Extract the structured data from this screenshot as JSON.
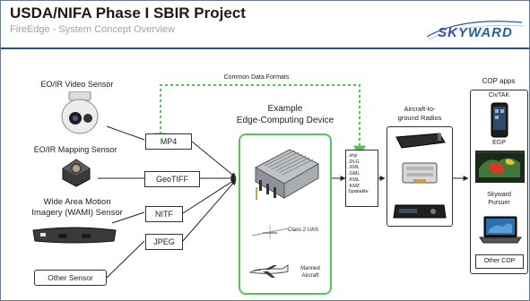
{
  "header": {
    "title": "USDA/NIFA Phase I SBIR Project",
    "subtitle": "FireEdge - System Concept Overview",
    "logo_text": "SKYWARD"
  },
  "sensors": {
    "eo_ir_video": "EO/IR Video Sensor",
    "eo_ir_mapping": "EO/IR Mapping Sensor",
    "wami_line1": "Wide Area Motion",
    "wami_line2": "Imagery (WAMI) Sensor",
    "other": "Other Sensor"
  },
  "formats": [
    "MP4",
    "GeoTIFF",
    "NITF",
    "JPEG"
  ],
  "common_formats_label": "Common Data Formats",
  "device": {
    "title_line1": "Example",
    "title_line2": "Edge-Computing Device",
    "uas_label": "Class 2 UAS",
    "manned_line1": "Manned",
    "manned_line2": "Aircraft"
  },
  "output_formats": [
    ".shp",
    ".DLG",
    ".XML",
    ".GML",
    ".KML",
    ".KMZ",
    "Spatialite"
  ],
  "radios": {
    "title_line1": "Aircraft-to-",
    "title_line2": "ground Radios"
  },
  "cop": {
    "title": "COP apps",
    "civtak": "CivTAK",
    "egp": "EGP",
    "skyward_line1": "Skyward",
    "skyward_line2": "Pursuer",
    "other": "Other COP"
  },
  "colors": {
    "accent_green": "#59c35a",
    "header_rule": "#2b4f8a",
    "logo_blue": "#2c5aa0"
  }
}
